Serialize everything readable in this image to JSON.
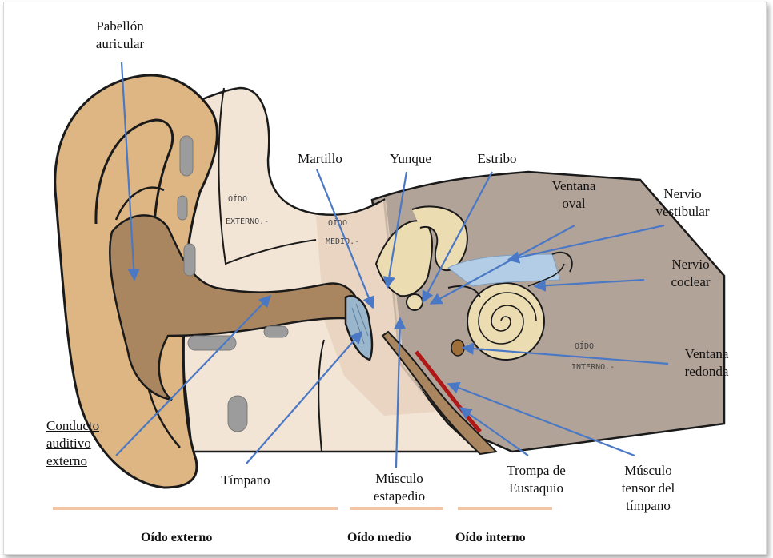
{
  "labels": {
    "pinna": "Pabellón auricular",
    "ear_canal": "Conducto auditivo externo",
    "malleus": "Martillo",
    "incus": "Yunque",
    "stapes": "Estribo",
    "oval_window": "Ventana oval",
    "vestibular_nerve": "Nervio vestibular",
    "cochlear_nerve": "Nervio coclear",
    "round_window": "Ventana redonda",
    "eardrum": "Tímpano",
    "stapedius": "Músculo estapedio",
    "eustachian": "Trompa de Eustaquio",
    "tensor": "Músculo tensor del tímpano"
  },
  "sketch_notes": {
    "outer_1": "OÍDO",
    "outer_2": "EXTERNO.-",
    "middle_1": "OÍDO",
    "middle_2": "MEDIO.-",
    "inner_1": "OÍDO",
    "inner_2": "INTERNO.-"
  },
  "sections": {
    "outer": "Oído externo",
    "middle": "Oído medio",
    "inner": "Oído interno"
  },
  "colors": {
    "arrow": "#4a78c4",
    "section_rule": "#f2c6a4",
    "skin": "#deb684",
    "canal": "#a98660",
    "tissue": "#f3e5d6",
    "inner_bg": "#b2a399",
    "cochlea": "#ecdcb2",
    "nerve": "#b4cde6"
  }
}
